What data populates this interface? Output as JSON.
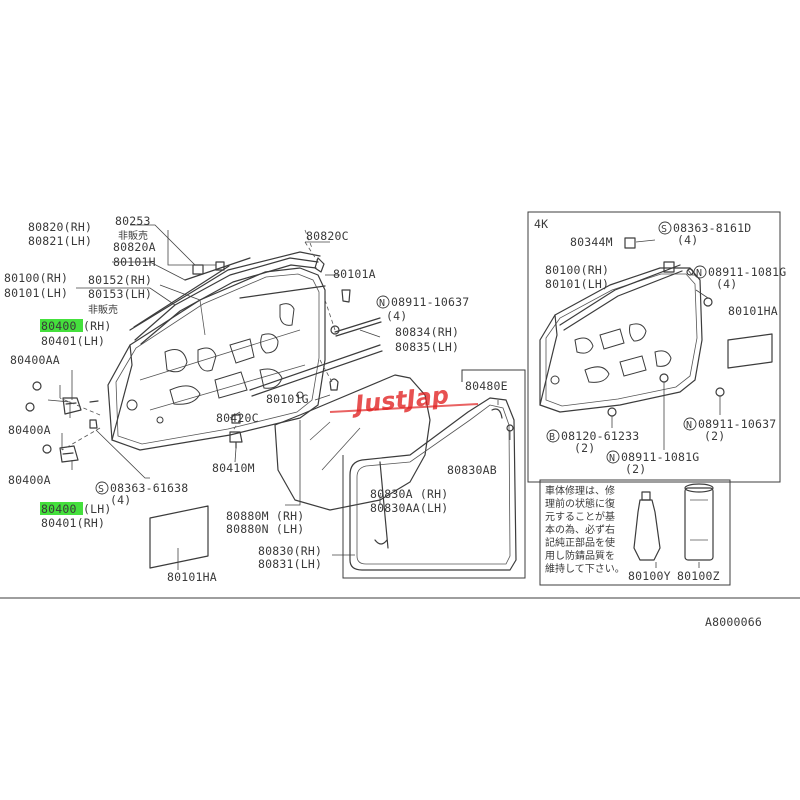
{
  "diagram": {
    "doc_code": "A8000066",
    "watermark": "JustJap",
    "labels": {
      "p80820_rh": "80820(RH)",
      "p80821_lh": "80821(LH)",
      "p80253": "80253",
      "not_for_sale_1": "非販売",
      "p80820a": "80820A",
      "p80101h": "80101H",
      "p80820c": "80820C",
      "p80100_rh": "80100(RH)",
      "p80101_lh": "80101(LH)",
      "p80152_rh": "80152(RH)",
      "p80153_lh": "80153(LH)",
      "not_for_sale_2": "非販売",
      "p80101a": "80101A",
      "n08911_10637": "08911-10637",
      "n08911_10637_qty": "(4)",
      "p80400_rh_code": "80400",
      "p80400_rh_side": "(RH)",
      "p80401_lh": "80401(LH)",
      "p80834_rh": "80834(RH)",
      "p80835_lh": "80835(LH)",
      "p80400aa": "80400AA",
      "p80101g": "80101G",
      "p80400a_1": "80400A",
      "p80420c": "80420C",
      "p80400a_2": "80400A",
      "p80410m": "80410M",
      "s08363_61638": "08363-61638",
      "s08363_61638_qty": "(4)",
      "p80400_lh_code": "80400",
      "p80400_lh_side": "(LH)",
      "p80401_rh": "80401(RH)",
      "p80880m_rh": "80880M (RH)",
      "p80880n_lh": "80880N (LH)",
      "p80101ha": "80101HA",
      "p80830_rh": "80830(RH)",
      "p80831_lh": "80831(LH)",
      "p80480e": "80480E",
      "p80830ab": "80830AB",
      "p80830a_rh": "80830A (RH)",
      "p80830aa_lh": "80830AA(LH)"
    },
    "inset": {
      "title": "4K",
      "p80344m": "80344M",
      "s08363_8161d": "08363-8161D",
      "s08363_8161d_qty": "(4)",
      "p80100_rh": "80100(RH)",
      "p80101_lh": "80101(LH)",
      "n08911_1081g_a": "08911-1081G",
      "n08911_1081g_a_qty": "(4)",
      "p80101ha": "80101HA",
      "b08120_61233": "08120-61233",
      "b08120_61233_qty": "(2)",
      "n08911_10637": "08911-10637",
      "n08911_10637_qty": "(2)",
      "n08911_1081g_b": "08911-1081G",
      "n08911_1081g_b_qty": "(2)"
    },
    "note": {
      "lines": [
        "車体修理は、修",
        "理前の状態に復",
        "元することが基",
        "本の為、必ず右",
        "記純正部品を使",
        "用し防錆品質を",
        "維持して下さい。"
      ],
      "p80100y": "80100Y",
      "p80100z": "80100Z"
    },
    "prefixes": {
      "n": "N",
      "s": "S",
      "b": "B"
    },
    "colors": {
      "highlight": "#44e03c",
      "watermark": "#e02020",
      "line": "#3c3c3c"
    }
  }
}
